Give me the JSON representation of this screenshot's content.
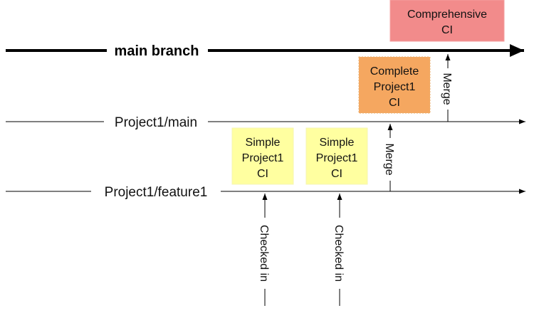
{
  "branches": {
    "main": {
      "label": "main branch"
    },
    "project_main": {
      "label": "Project1/main"
    },
    "feature": {
      "label": "Project1/feature1"
    }
  },
  "boxes": {
    "comprehensive_ci": {
      "lines": [
        "Comprehensive",
        "CI"
      ],
      "fill": "#F28B8B",
      "stroke": "#F4A0A0"
    },
    "complete_ci": {
      "lines": [
        "Complete",
        "Project1",
        "CI"
      ],
      "fill": "#F5A760",
      "stroke": "#E8B070"
    },
    "simple_ci_1": {
      "lines": [
        "Simple",
        "Project1",
        "CI"
      ],
      "fill": "#FFFFA0",
      "stroke": "#F5F5B0"
    },
    "simple_ci_2": {
      "lines": [
        "Simple",
        "Project1",
        "CI"
      ],
      "fill": "#FFFFA0",
      "stroke": "#F5F5B0"
    }
  },
  "arrows": {
    "merge_to_main": {
      "label": "Merge"
    },
    "merge_to_project_main": {
      "label": "Merge"
    },
    "checkin_1": {
      "label": "Checked in"
    },
    "checkin_2": {
      "label": "Checked in"
    }
  }
}
